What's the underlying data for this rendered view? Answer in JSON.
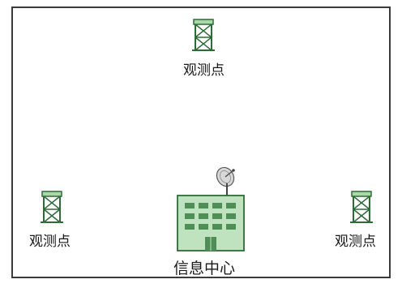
{
  "labels": {
    "top_observation": "观测点",
    "left_observation": "观测点",
    "right_observation": "观测点",
    "information_center": "信息中心"
  },
  "colors": {
    "tower_fill": "#a9d9a9",
    "tower_stroke": "#2f6b36",
    "building_fill": "#bfe3bf",
    "building_stroke": "#2f6b36",
    "window_fill": "#4f8f57",
    "frame": "#3c3c3c"
  },
  "icons": {
    "observation_tower": "tower-icon",
    "satellite_dish": "satellite-dish-icon",
    "building": "building-icon"
  }
}
